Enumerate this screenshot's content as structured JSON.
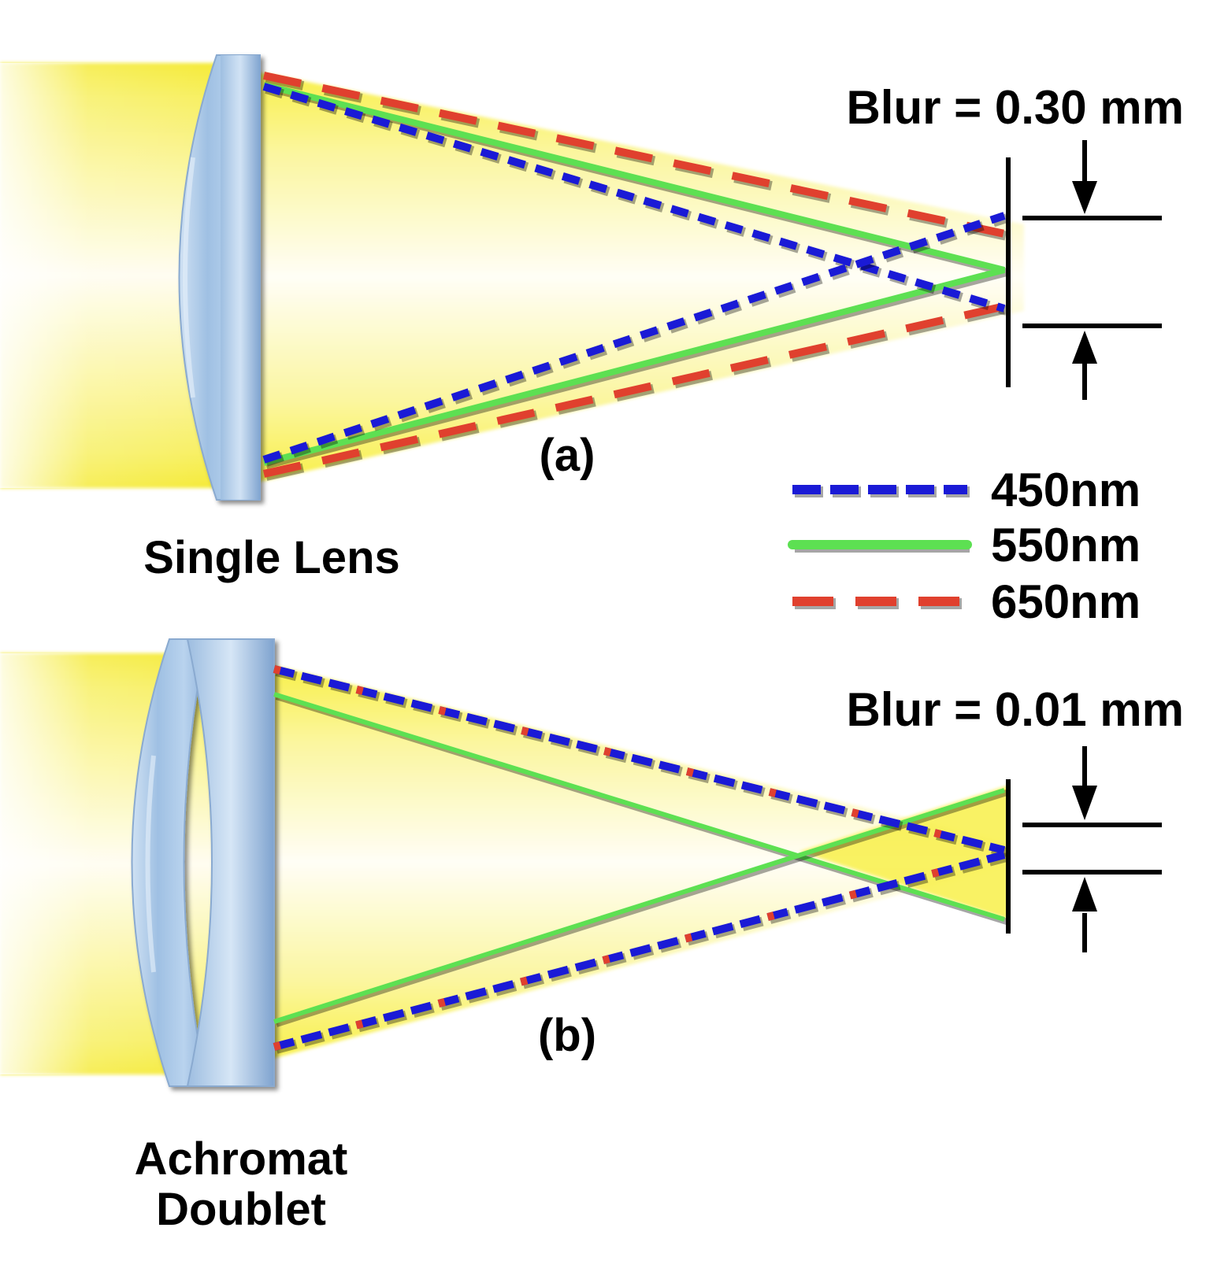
{
  "panel_a": {
    "tag": "(a)",
    "lens_label": "Single Lens",
    "blur_label": "Blur = 0.30 mm"
  },
  "panel_b": {
    "tag": "(b)",
    "lens_label_line1": "Achromat",
    "lens_label_line2": "Doublet",
    "blur_label": "Blur = 0.01 mm"
  },
  "legend": [
    {
      "label": "450nm",
      "color": "#1a1ad6",
      "style": "short-dash"
    },
    {
      "label": "550nm",
      "color": "#5de052",
      "style": "solid"
    },
    {
      "label": "650nm",
      "color": "#e0402e",
      "style": "long-dash"
    }
  ],
  "colors": {
    "beam": "#f7ef3c",
    "lens": "#a9c6e6",
    "ink": "#000000"
  }
}
